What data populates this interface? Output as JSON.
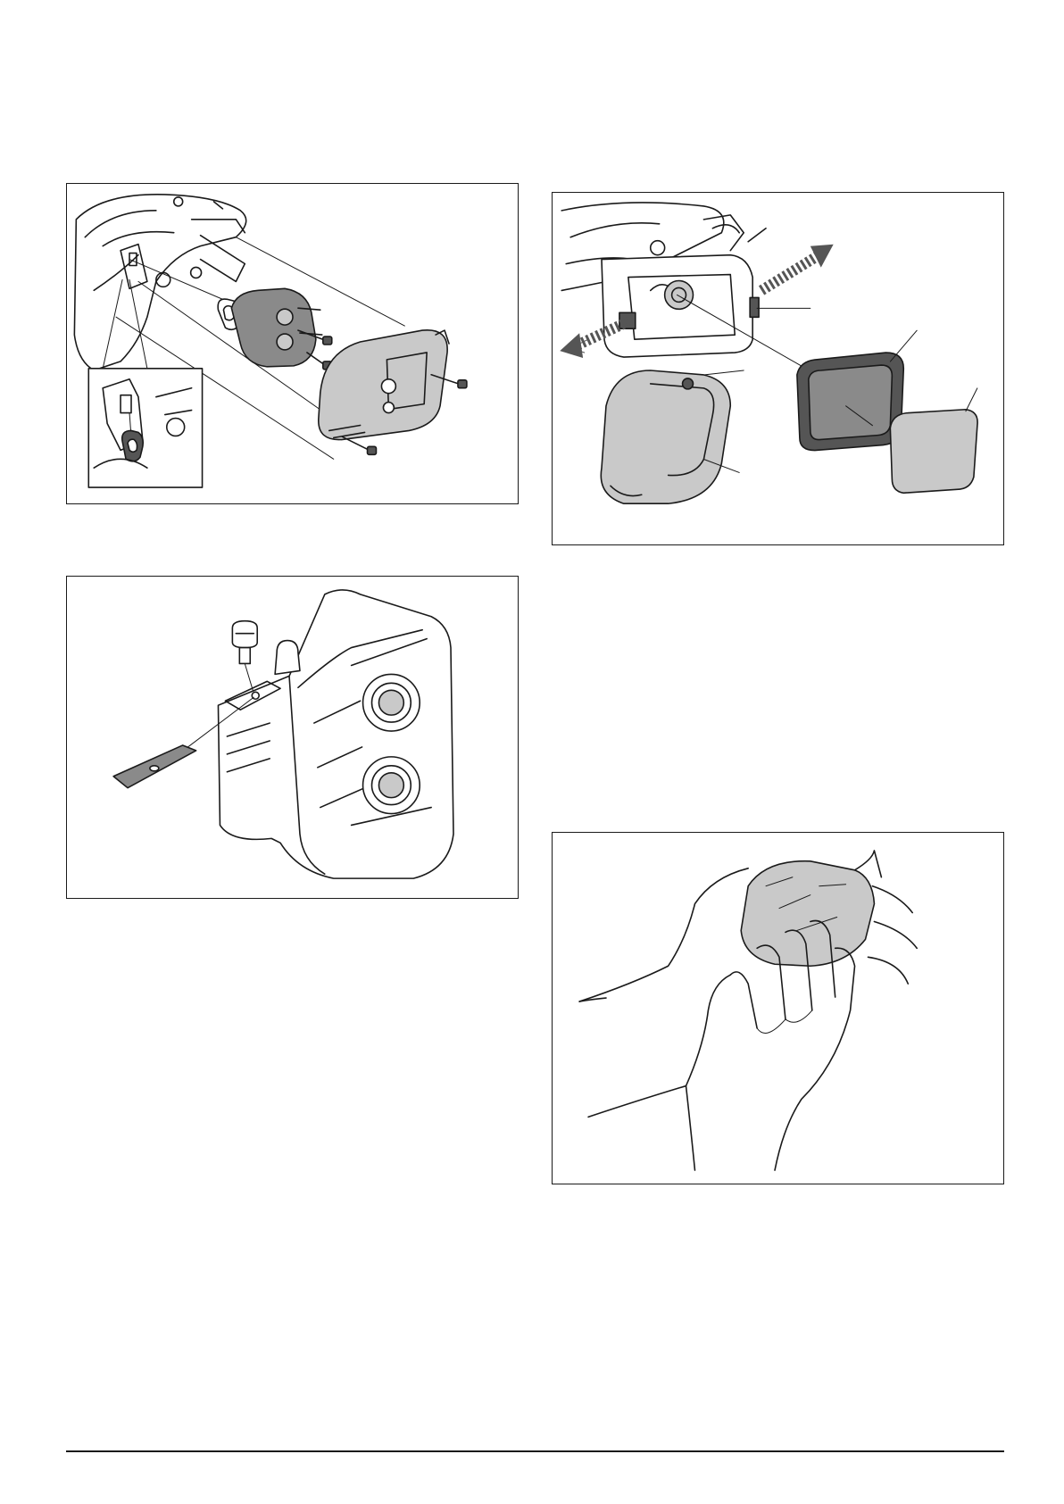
{
  "figures": [
    {
      "id": "muffler-assembly",
      "caption": ""
    },
    {
      "id": "spark-arrester-screen",
      "caption": ""
    },
    {
      "id": "air-filter-removal",
      "caption": ""
    },
    {
      "id": "squeeze-air-filter",
      "caption": ""
    }
  ],
  "icons": {
    "arrow": "double-arrow-icon",
    "screw": "screw-icon"
  },
  "colors": {
    "line": "#1a1a1a",
    "part_gray": "#8a8a8a",
    "light_gray": "#c9c9c9",
    "dark_gray": "#555555"
  }
}
